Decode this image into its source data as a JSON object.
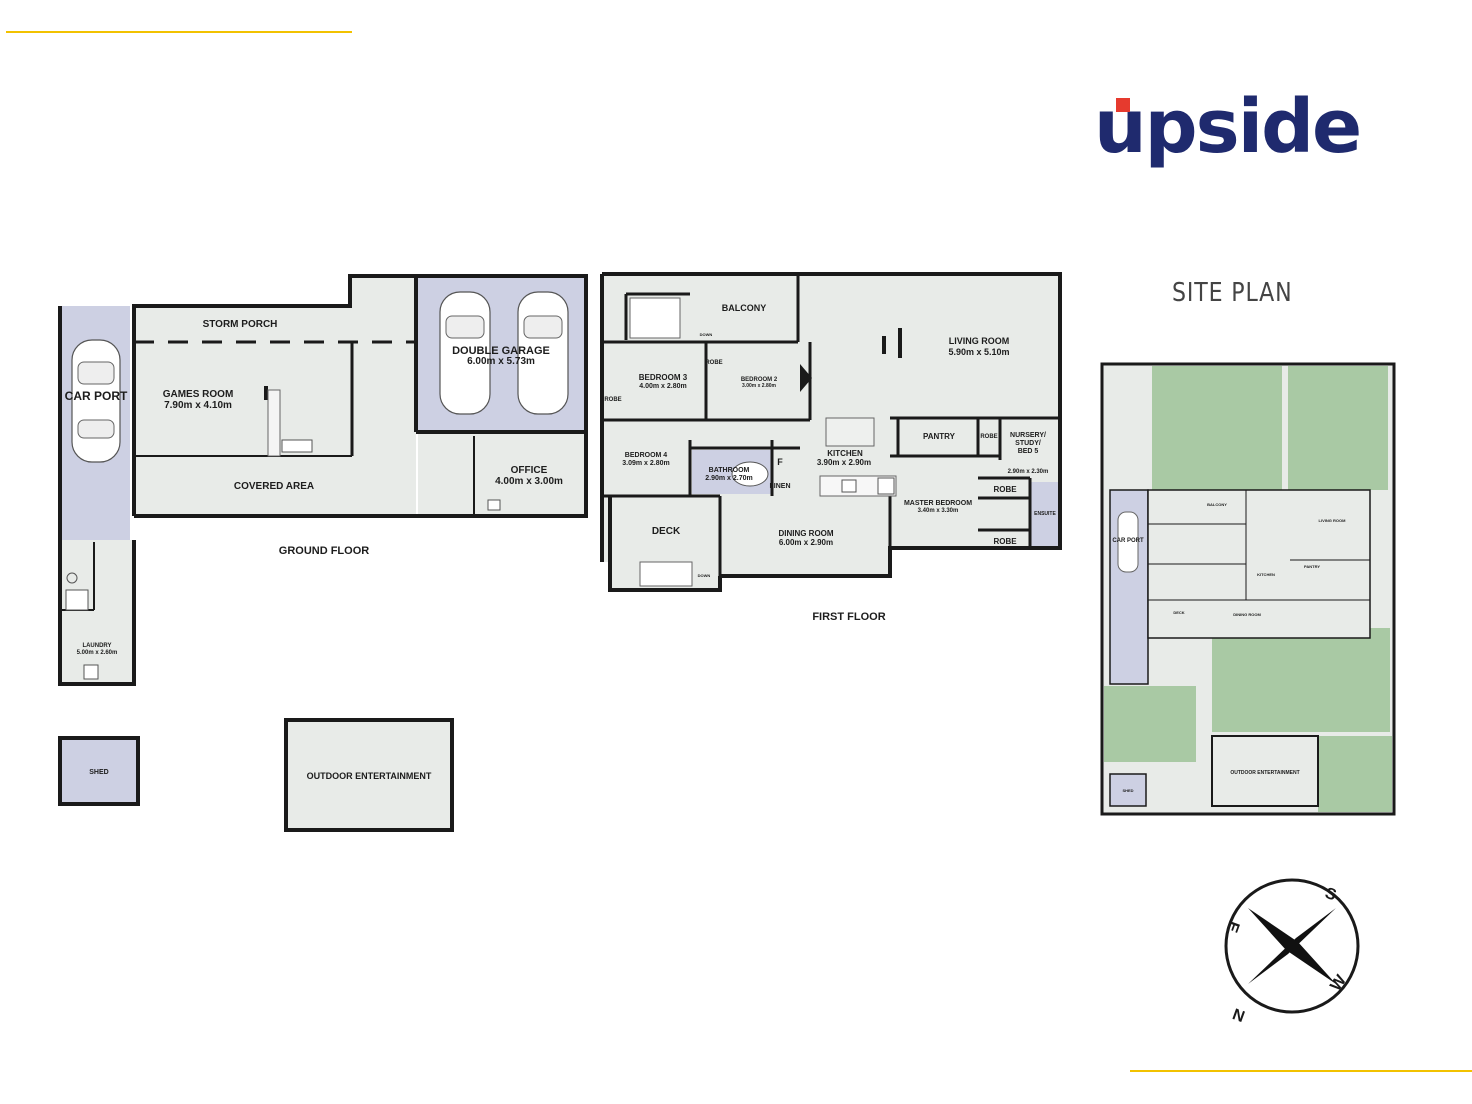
{
  "brand": {
    "logo_text": "upside",
    "accent_color": "#1f2a6e",
    "logo_dot_color": "#e63a2e",
    "line_color": "#f2c200"
  },
  "site_plan": {
    "title": "SITE PLAN"
  },
  "floors": {
    "ground": "GROUND FLOOR",
    "first": "FIRST FLOOR"
  },
  "rooms": {
    "carport": "CAR PORT",
    "storm_porch": "STORM PORCH",
    "games_room": "GAMES ROOM",
    "games_room_dim": "7.90m  x 4.10m",
    "double_garage": "DOUBLE GARAGE",
    "double_garage_dim": "6.00m  x 5.73m",
    "office": "OFFICE",
    "office_dim": "4.00m  x 3.00m",
    "covered_area": "COVERED AREA",
    "laundry": "LAUNDRY",
    "laundry_dim": "5.00m  x 2.60m",
    "shed": "SHED",
    "outdoor": "OUTDOOR ENTERTAINMENT",
    "balcony": "BALCONY",
    "bedroom3": "BEDROOM 3",
    "bedroom3_dim": "4.00m  x 2.80m",
    "bedroom2": "BEDROOM 2",
    "bedroom2_dim": "3.00m  x 2.80m",
    "robe": "ROBE",
    "bedroom4": "BEDROOM 4",
    "bedroom4_dim": "3.09m  x 2.80m",
    "bathroom": "BATHROOM",
    "bathroom_dim": "2.90m  x 2.70m",
    "linen": "LINEN",
    "f": "F",
    "deck": "DECK",
    "dining": "DINING ROOM",
    "dining_dim": "6.00m  x 2.90m",
    "kitchen": "KITCHEN",
    "kitchen_dim": "3.90m  x 2.90m",
    "living": "LIVING ROOM",
    "living_dim": "5.90m  x 5.10m",
    "pantry": "PANTRY",
    "nursery": "NURSERY/",
    "nursery2": "STUDY/",
    "nursery3": "BED 5",
    "nursery_dim": "2.90m  x 2.30m",
    "master": "MASTER BEDROOM",
    "master_dim": "3.40m  x 3.30m",
    "ensuite": "ENSUITE",
    "down": "DOWN"
  },
  "compass": {
    "s": "S",
    "w": "W",
    "n": "N",
    "e": "E"
  },
  "colors": {
    "floor": "#e8ebe8",
    "garage": "#cdd0e3",
    "lawn": "#a9c9a4",
    "wall": "#1a1a1a"
  }
}
